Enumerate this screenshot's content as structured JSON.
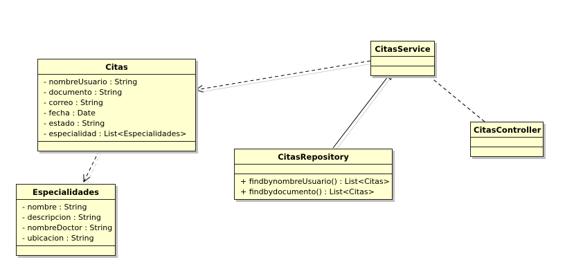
{
  "classes": {
    "citas": {
      "name": "Citas",
      "attributes": [
        "- nombreUsuario : String",
        "- documento : String",
        "- correo : String",
        "- fecha : Date",
        "- estado : String",
        "- especialidad : List<Especialidades>"
      ],
      "operations": []
    },
    "especialidades": {
      "name": "Especialidades",
      "attributes": [
        "- nombre : String",
        "- descripcion : String",
        "- nombreDoctor : String",
        "- ubicacion : String"
      ],
      "operations": []
    },
    "citasService": {
      "name": "CitasService",
      "attributes": [],
      "operations": []
    },
    "citasRepository": {
      "name": "CitasRepository",
      "attributes": [],
      "operations": [
        "+ findbynombreUsuario() : List<Citas>",
        "+ findbydocumento() : List<Citas>"
      ]
    },
    "citasController": {
      "name": "CitasController",
      "attributes": [],
      "operations": []
    }
  },
  "relations": [
    {
      "from": "citasService",
      "to": "citas",
      "type": "dependency"
    },
    {
      "from": "citas",
      "to": "especialidades",
      "type": "dependency"
    },
    {
      "from": "citasRepository",
      "to": "citasService",
      "type": "realization"
    },
    {
      "from": "citasController",
      "to": "citasService",
      "type": "dependency"
    }
  ],
  "colors": {
    "class_fill": "#ffffcf",
    "class_border": "#222222",
    "shadow": "#bfbfbf",
    "line": "#000000"
  }
}
